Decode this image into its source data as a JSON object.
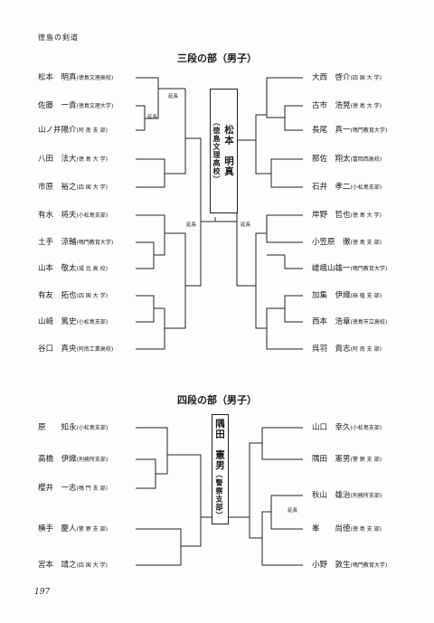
{
  "header": {
    "running_title": "徳島の剣道"
  },
  "page_number": "197",
  "notes": {
    "encho": "延長"
  },
  "sandan": {
    "title": "三段の部（男子）",
    "champion": {
      "name": "松本　明真",
      "affiliation": "（徳島文理高校）"
    },
    "left": [
      {
        "name": "松本　明真",
        "aff": "(徳島文理高校)"
      },
      {
        "name": "佐藤　一貴",
        "aff": "(徳島文理大学)"
      },
      {
        "name": "山ノ井陽介",
        "aff": "(阿 南 支 部)"
      },
      {
        "name": "八田　法大",
        "aff": "(徳 島 大 学)"
      },
      {
        "name": "市原　裕之",
        "aff": "(四 国 大 学)"
      },
      {
        "name": "有水　将夫",
        "aff": "(小松島支部)"
      },
      {
        "name": "土手　涼輔",
        "aff": "(鳴門教育大学)"
      },
      {
        "name": "山本　敬太",
        "aff": "(城 北 高 校)"
      },
      {
        "name": "有友　拓也",
        "aff": "(四 国 大 学)"
      },
      {
        "name": "山崎　篤史",
        "aff": "(小松島支部)"
      },
      {
        "name": "谷口　真央",
        "aff": "(阿南工業高校)"
      }
    ],
    "right": [
      {
        "name": "大西　啓介",
        "aff": "(四 国 大 学)"
      },
      {
        "name": "古市　浩晃",
        "aff": "(徳 島 大 学)"
      },
      {
        "name": "長尾　真一",
        "aff": "(鳴門教育大学)"
      },
      {
        "name": "那佐　翔太",
        "aff": "(富岡西高校)"
      },
      {
        "name": "石井　孝二",
        "aff": "(小松島支部)"
      },
      {
        "name": "岸野　哲也",
        "aff": "(徳 島 大 学)"
      },
      {
        "name": "小笠原　徹",
        "aff": "(徳 島 支 部)"
      },
      {
        "name": "嵯峨山雄一",
        "aff": "(鳴門教育大学)"
      },
      {
        "name": "加集　伊織",
        "aff": "(麻 植 支 部)"
      },
      {
        "name": "西本　浩章",
        "aff": "(徳島市立高校)"
      },
      {
        "name": "呉羽　貴志",
        "aff": "(阿 南 支 部)"
      }
    ]
  },
  "yondan": {
    "title": "四段の部（男子）",
    "champion": {
      "name": "隅田　憲男",
      "affiliation": "（警察支部）"
    },
    "left": [
      {
        "name": "原　　知永",
        "aff": "(小松島支部)"
      },
      {
        "name": "高橋　伊織",
        "aff": "(刑務所支部)"
      },
      {
        "name": "櫻井　一志",
        "aff": "(鳴 門 支 部)"
      },
      {
        "name": "横手　慶人",
        "aff": "(警 察 支 部)"
      },
      {
        "name": "宮本　靖之",
        "aff": "(四 国 大 学)"
      }
    ],
    "right": [
      {
        "name": "山口　幸久",
        "aff": "(小松島支部)"
      },
      {
        "name": "隅田　憲男",
        "aff": "(警 察 支 部)"
      },
      {
        "name": "秋山　雄治",
        "aff": "(刑務所支部)"
      },
      {
        "name": "峯　　尚徳",
        "aff": "(徳 島 支 部)"
      },
      {
        "name": "小野　敦生",
        "aff": "(鳴門教育大学)"
      }
    ]
  }
}
